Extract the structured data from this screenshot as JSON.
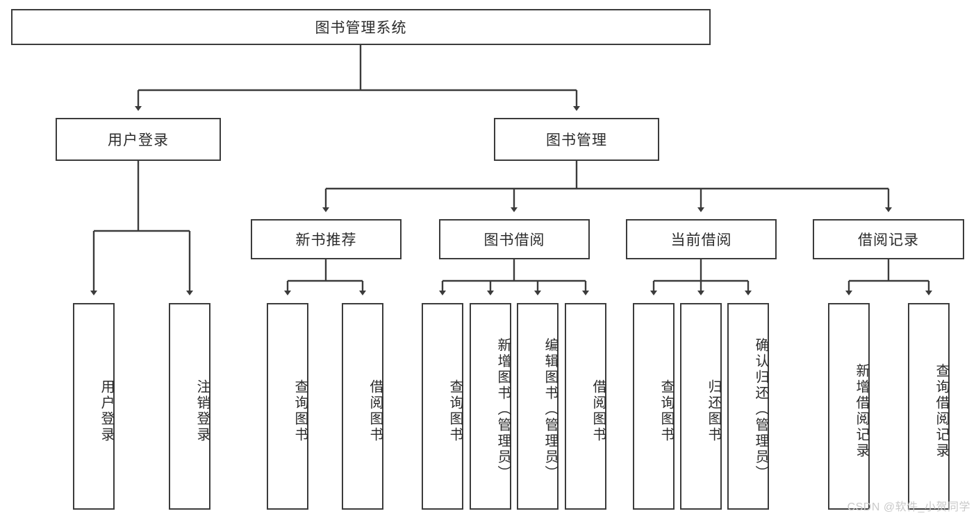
{
  "diagram": {
    "type": "tree-hierarchy",
    "title": "图书管理系统",
    "watermark": "CSDN @软件_小贺同学",
    "colors": {
      "box_border": "#3b3b3b",
      "box_fill": "#ffffff",
      "connector": "#3b3b3b",
      "text": "#2b2b2b",
      "watermark": "#c9c9c9",
      "background": "#ffffff"
    },
    "root": {
      "label": "图书管理系统"
    },
    "level2": [
      {
        "label": "用户登录"
      },
      {
        "label": "图书管理"
      }
    ],
    "level3": [
      {
        "label": "新书推荐"
      },
      {
        "label": "图书借阅"
      },
      {
        "label": "当前借阅"
      },
      {
        "label": "借阅记录"
      }
    ],
    "leaves": {
      "user_login": [
        {
          "label": "用户登录"
        },
        {
          "label": "注销登录"
        }
      ],
      "new_book": [
        {
          "label": "查询图书"
        },
        {
          "label": "借阅图书"
        }
      ],
      "book_borrow": [
        {
          "label": "查询图书"
        },
        {
          "label": "新增图书（管理员）"
        },
        {
          "label": "编辑图书（管理员）"
        },
        {
          "label": "借阅图书"
        }
      ],
      "current_borrow": [
        {
          "label": "查询图书"
        },
        {
          "label": "归还图书"
        },
        {
          "label": "确认归还（管理员）"
        }
      ],
      "borrow_record": [
        {
          "label": "新增借阅记录"
        },
        {
          "label": "查询借阅记录"
        }
      ]
    }
  }
}
